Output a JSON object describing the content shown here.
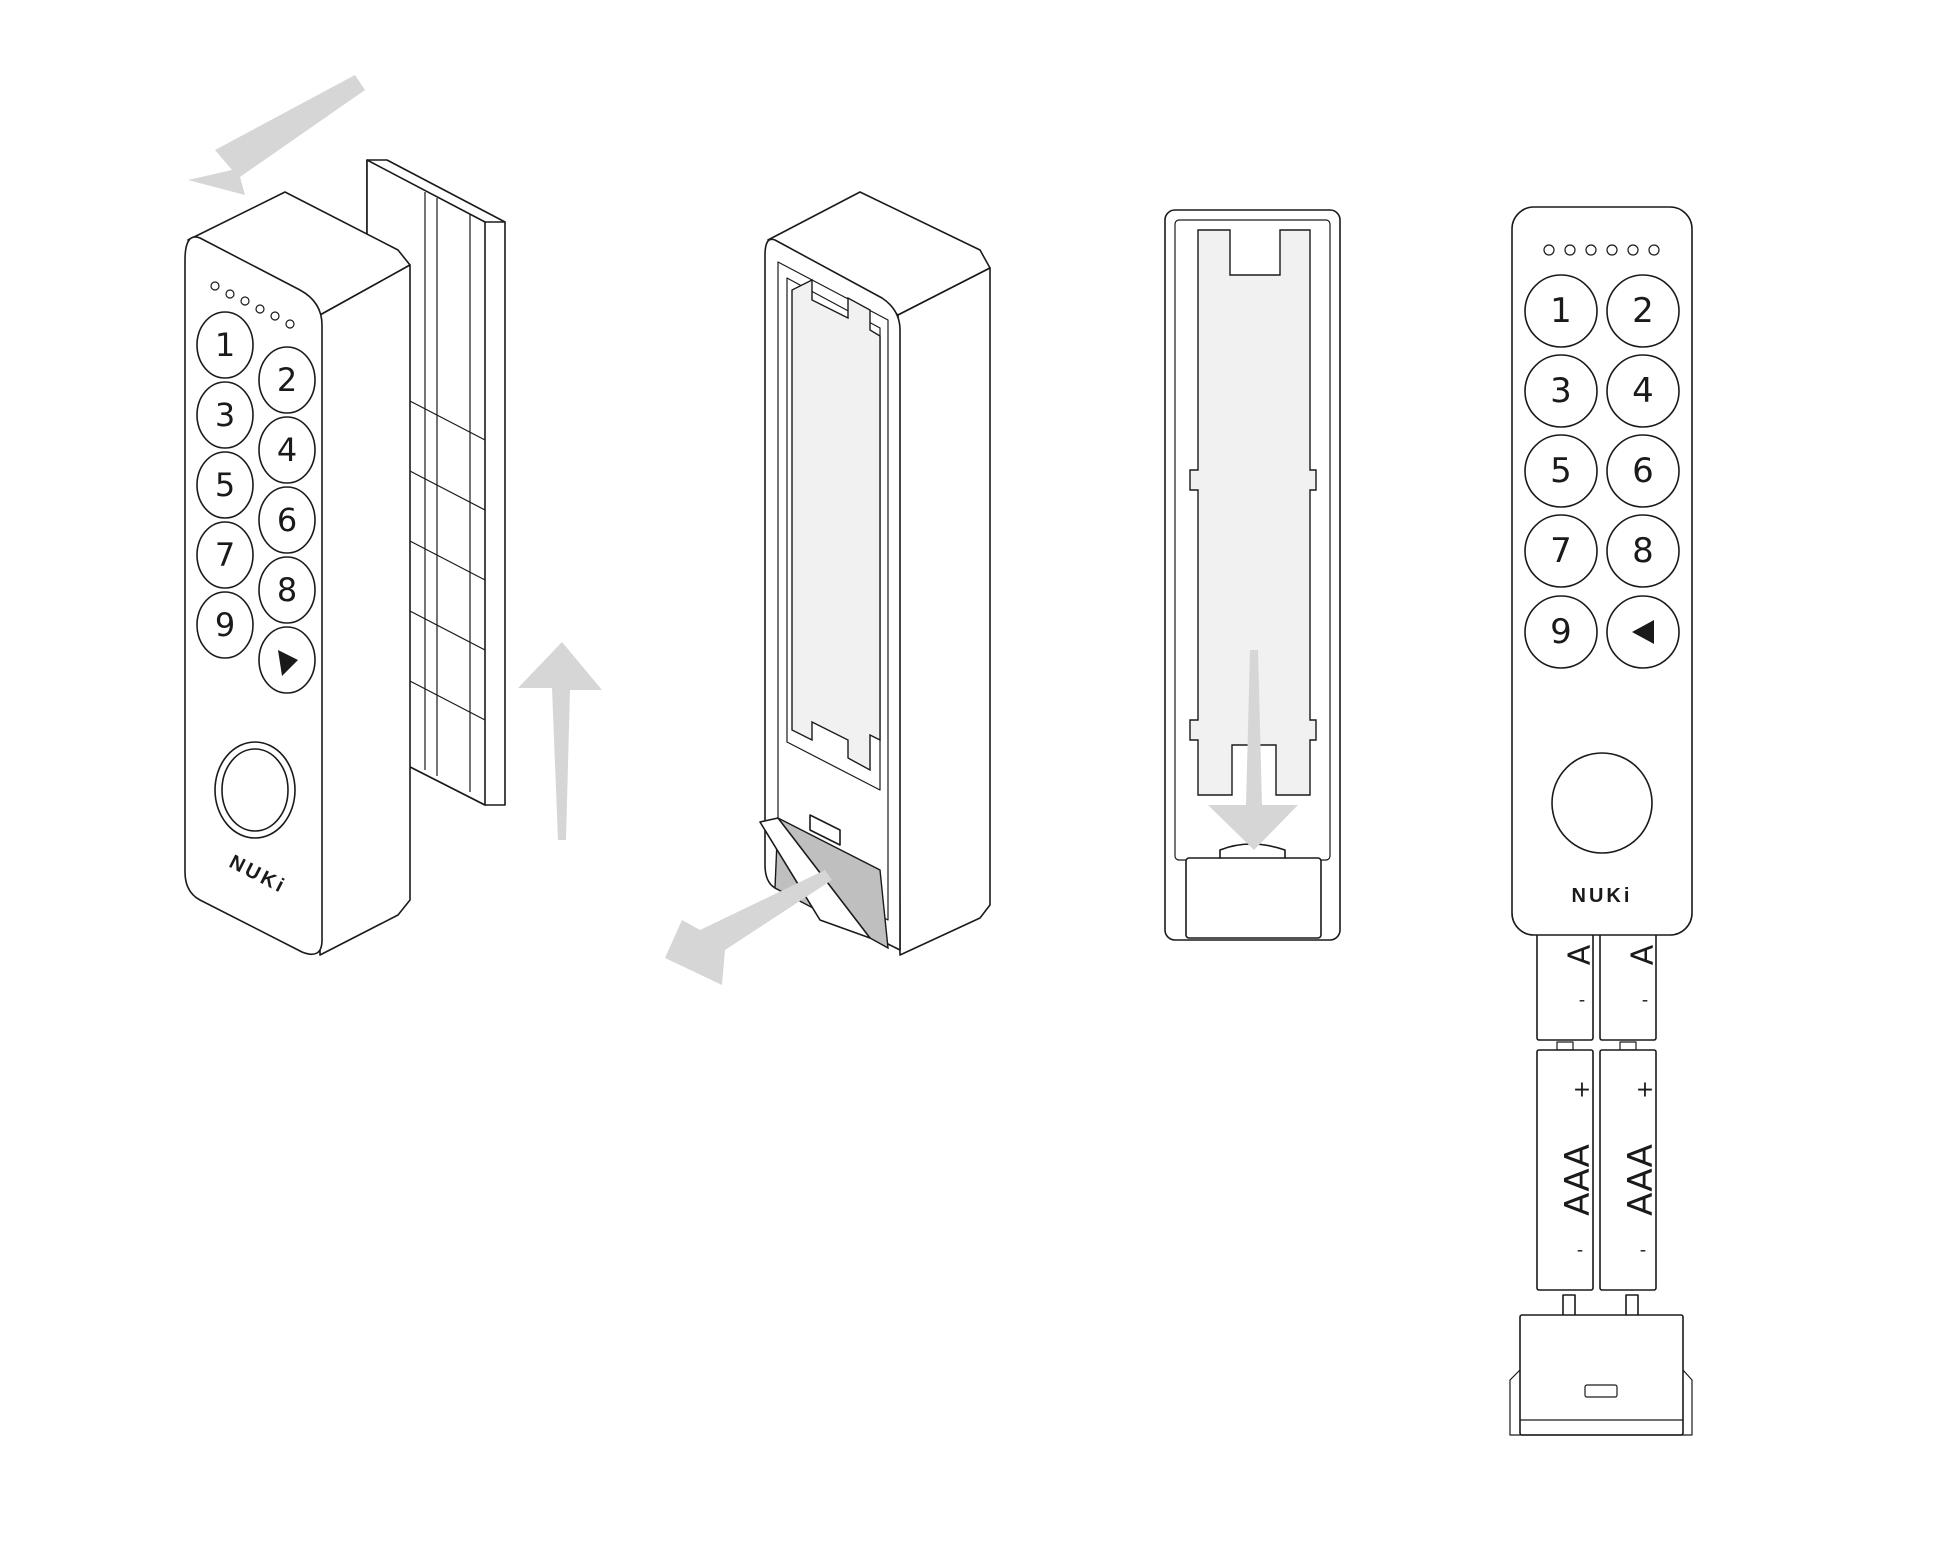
{
  "brand": {
    "logo_text": "NUKi"
  },
  "keypad": {
    "keys": [
      "1",
      "2",
      "3",
      "4",
      "5",
      "6",
      "7",
      "8",
      "9",
      "◀"
    ],
    "led_count": 6
  },
  "battery": {
    "type_label": "AAA",
    "top_fragment_label": "A",
    "plus": "+",
    "minus": "-"
  },
  "colors": {
    "line": "#1a1a1a",
    "arrow": "#d6d6d6",
    "panel": "#f1f1f1",
    "background": "#ffffff"
  },
  "icons": [
    "arrow-left-icon",
    "arrow-up-icon",
    "arrow-down-left-icon",
    "arrow-down-icon",
    "back-triangle-icon"
  ]
}
